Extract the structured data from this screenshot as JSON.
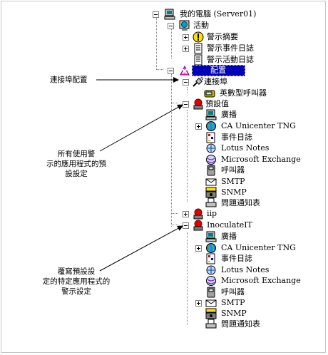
{
  "tree": {
    "root_label": "我的電腦 (Server01)",
    "activity_label": "活動",
    "alert_summary_label": "警示摘要",
    "alert_event_log_label": "警示事件日誌",
    "alert_activity_log_label": "警示活動日誌",
    "config_label": "配置",
    "connectors_label": "連接埠",
    "numeric_pager_label": "英數型呼叫器",
    "defaults_label": "預設值",
    "default_children": [
      "廣播",
      "CA Unicenter TNG",
      "事件日誌",
      "Lotus Notes",
      "Microsoft Exchange",
      "呼叫器",
      "SMTP",
      "SNMP",
      "問題通知表"
    ],
    "iip_label": "iip",
    "inoculateit_label": "InoculateIT",
    "inoculateit_children": [
      "廣播",
      "CA Unicenter TNG",
      "事件日誌",
      "Lotus Notes",
      "Microsoft Exchange",
      "呼叫器",
      "SMTP",
      "SNMP",
      "問題通知表"
    ]
  },
  "callouts": {
    "connector_config": "連接埠配置",
    "all_apps_line1": "所有使用警",
    "all_apps_line2": "示的應用程式的預",
    "all_apps_line3": "設設定",
    "override_line1": "覆寫預設設",
    "override_line2": "定的特定應用程式的",
    "override_line3": "警示設定"
  }
}
